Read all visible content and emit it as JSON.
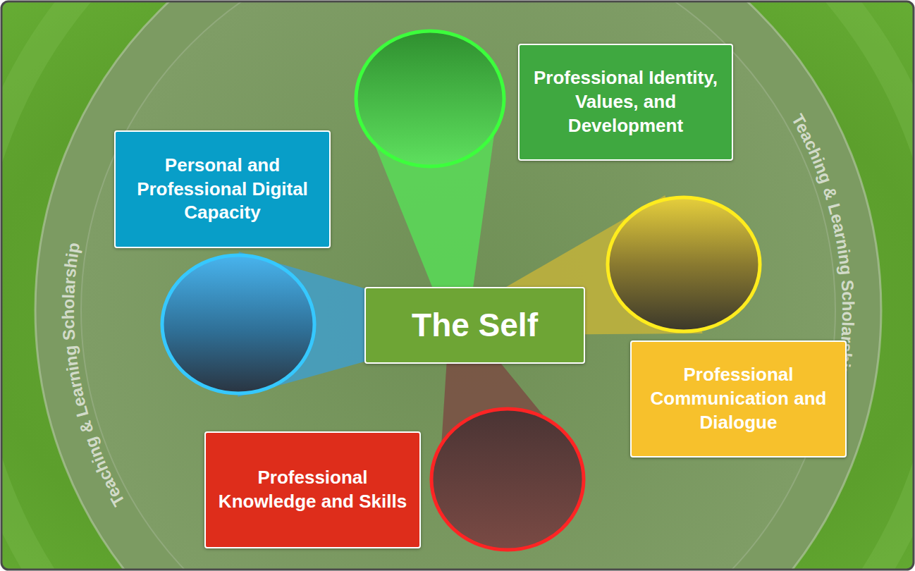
{
  "diagram": {
    "nodes": [
      {
        "text": [
          "Professional Identity, Values, and Development"
        ]
      },
      {
        "text": [
          "Personal and Professional Digital Capacity"
        ]
      },
      {
        "text": [
          "The Self"
        ]
      },
      {
        "text": [
          "Professional Communication and Dialogue"
        ]
      },
      {
        "text": [
          "Professional Knowledge and Skills"
        ]
      }
    ],
    "labels": [
      "Teaching & Learning Scholarship",
      "Teaching & Learning Scholarship"
    ]
  }
}
